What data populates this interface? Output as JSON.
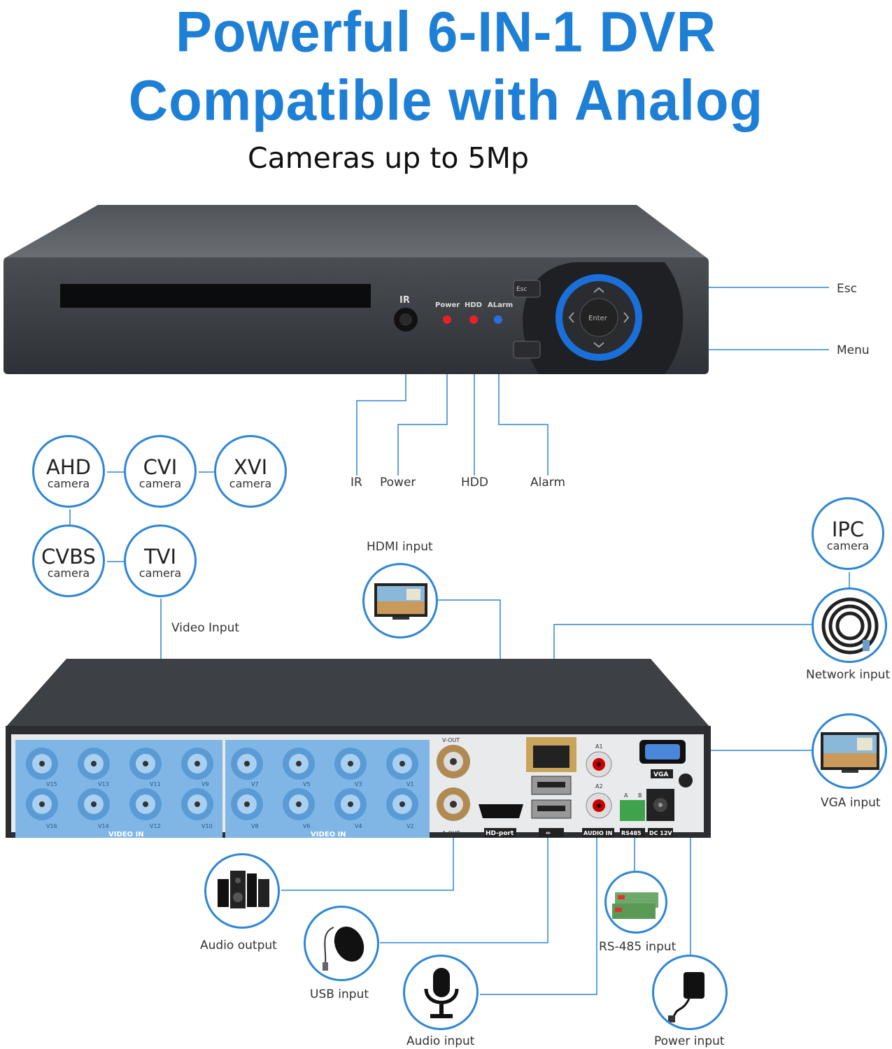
{
  "header": {
    "title_line1": "Powerful 6-IN-1 DVR",
    "title_line2": "Compatible with Analog",
    "subtitle": "Cameras up to 5Mp"
  },
  "front_panel": {
    "ir_label": "IR",
    "power_label": "Power",
    "hdd_label": "HDD",
    "alarm_label": "ALarm",
    "esc_button": "Esc",
    "enter_button": "Enter",
    "callouts": {
      "esc": "Esc",
      "menu": "Menu",
      "ir": "IR",
      "power": "Power",
      "hdd": "HDD",
      "alarm": "Alarm"
    }
  },
  "camera_types": [
    {
      "name": "AHD",
      "sub": "camera"
    },
    {
      "name": "CVI",
      "sub": "camera"
    },
    {
      "name": "XVI",
      "sub": "camera"
    },
    {
      "name": "CVBS",
      "sub": "camera"
    },
    {
      "name": "TVI",
      "sub": "camera"
    }
  ],
  "ipc": {
    "name": "IPC",
    "sub": "camera"
  },
  "rear_panel": {
    "video_in_label": "VIDEO IN",
    "vout_label": "V-OUT",
    "aout_label": "A-OUT",
    "hdport_label": "HD-port",
    "audio_in_label": "AUDIO IN",
    "rs485_label": "RS485",
    "dc_label": "DC 12V",
    "vga_label": "VGA",
    "a1_label": "A1",
    "a2_label": "A2",
    "a_label": "A",
    "b_label": "B",
    "usb_symbol": "⇷",
    "left_top_channels": [
      "V15",
      "V13",
      "V11",
      "V9"
    ],
    "left_bottom_channels": [
      "V16",
      "V14",
      "V12",
      "V10"
    ],
    "right_top_channels": [
      "V7",
      "V5",
      "V3",
      "V1"
    ],
    "right_bottom_channels": [
      "V8",
      "V6",
      "V4",
      "V2"
    ]
  },
  "callouts": {
    "video_input": "Video Input",
    "hdmi_input": "HDMI input",
    "network_input": "Network input",
    "vga_input": "VGA input",
    "audio_output": "Audio output",
    "usb_input": "USB input",
    "audio_input": "Audio input",
    "rs485_input": "RS-485 input",
    "power_input": "Power input"
  },
  "colors": {
    "title_blue": "#1e7fd6",
    "line_blue": "#2f86d4",
    "panel_blue": "#7fb6e6",
    "device_dark": "#3a3d42",
    "led_red": "#e8202a",
    "led_blue": "#2b6de0"
  }
}
